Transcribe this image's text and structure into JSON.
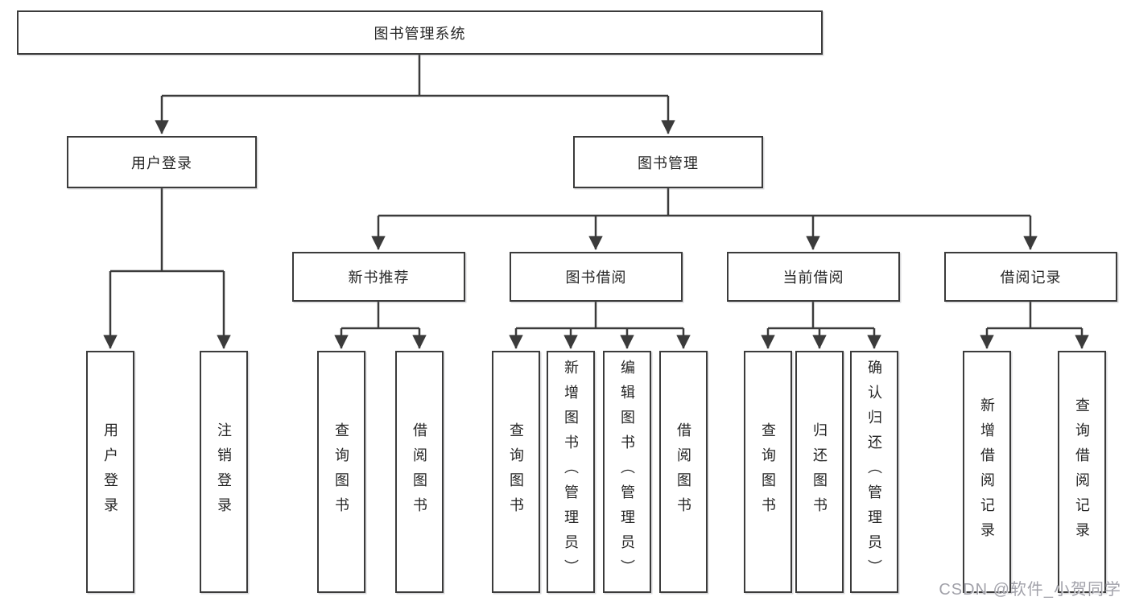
{
  "tree": {
    "root": {
      "label": "图书管理系统"
    },
    "level2": [
      {
        "label": "用户登录",
        "leaves": [
          "用户登录",
          "注销登录"
        ]
      },
      {
        "label": "图书管理",
        "children": [
          {
            "label": "新书推荐",
            "leaves": [
              "查询图书",
              "借阅图书"
            ]
          },
          {
            "label": "图书借阅",
            "leaves": [
              "查询图书",
              "新增图书（管理员）",
              "编辑图书（管理员）",
              "借阅图书"
            ]
          },
          {
            "label": "当前借阅",
            "leaves": [
              "查询图书",
              "归还图书",
              "确认归还（管理员）"
            ]
          },
          {
            "label": "借阅记录",
            "leaves": [
              "新增借阅记录",
              "查询借阅记录"
            ]
          }
        ]
      }
    ]
  },
  "watermark": "CSDN @软件_小贺同学",
  "colors": {
    "line": "#3b3b3b",
    "box_border": "#3b3b3b",
    "text": "#262626",
    "watermark": "#a2a2aa",
    "background": "#ffffff"
  }
}
